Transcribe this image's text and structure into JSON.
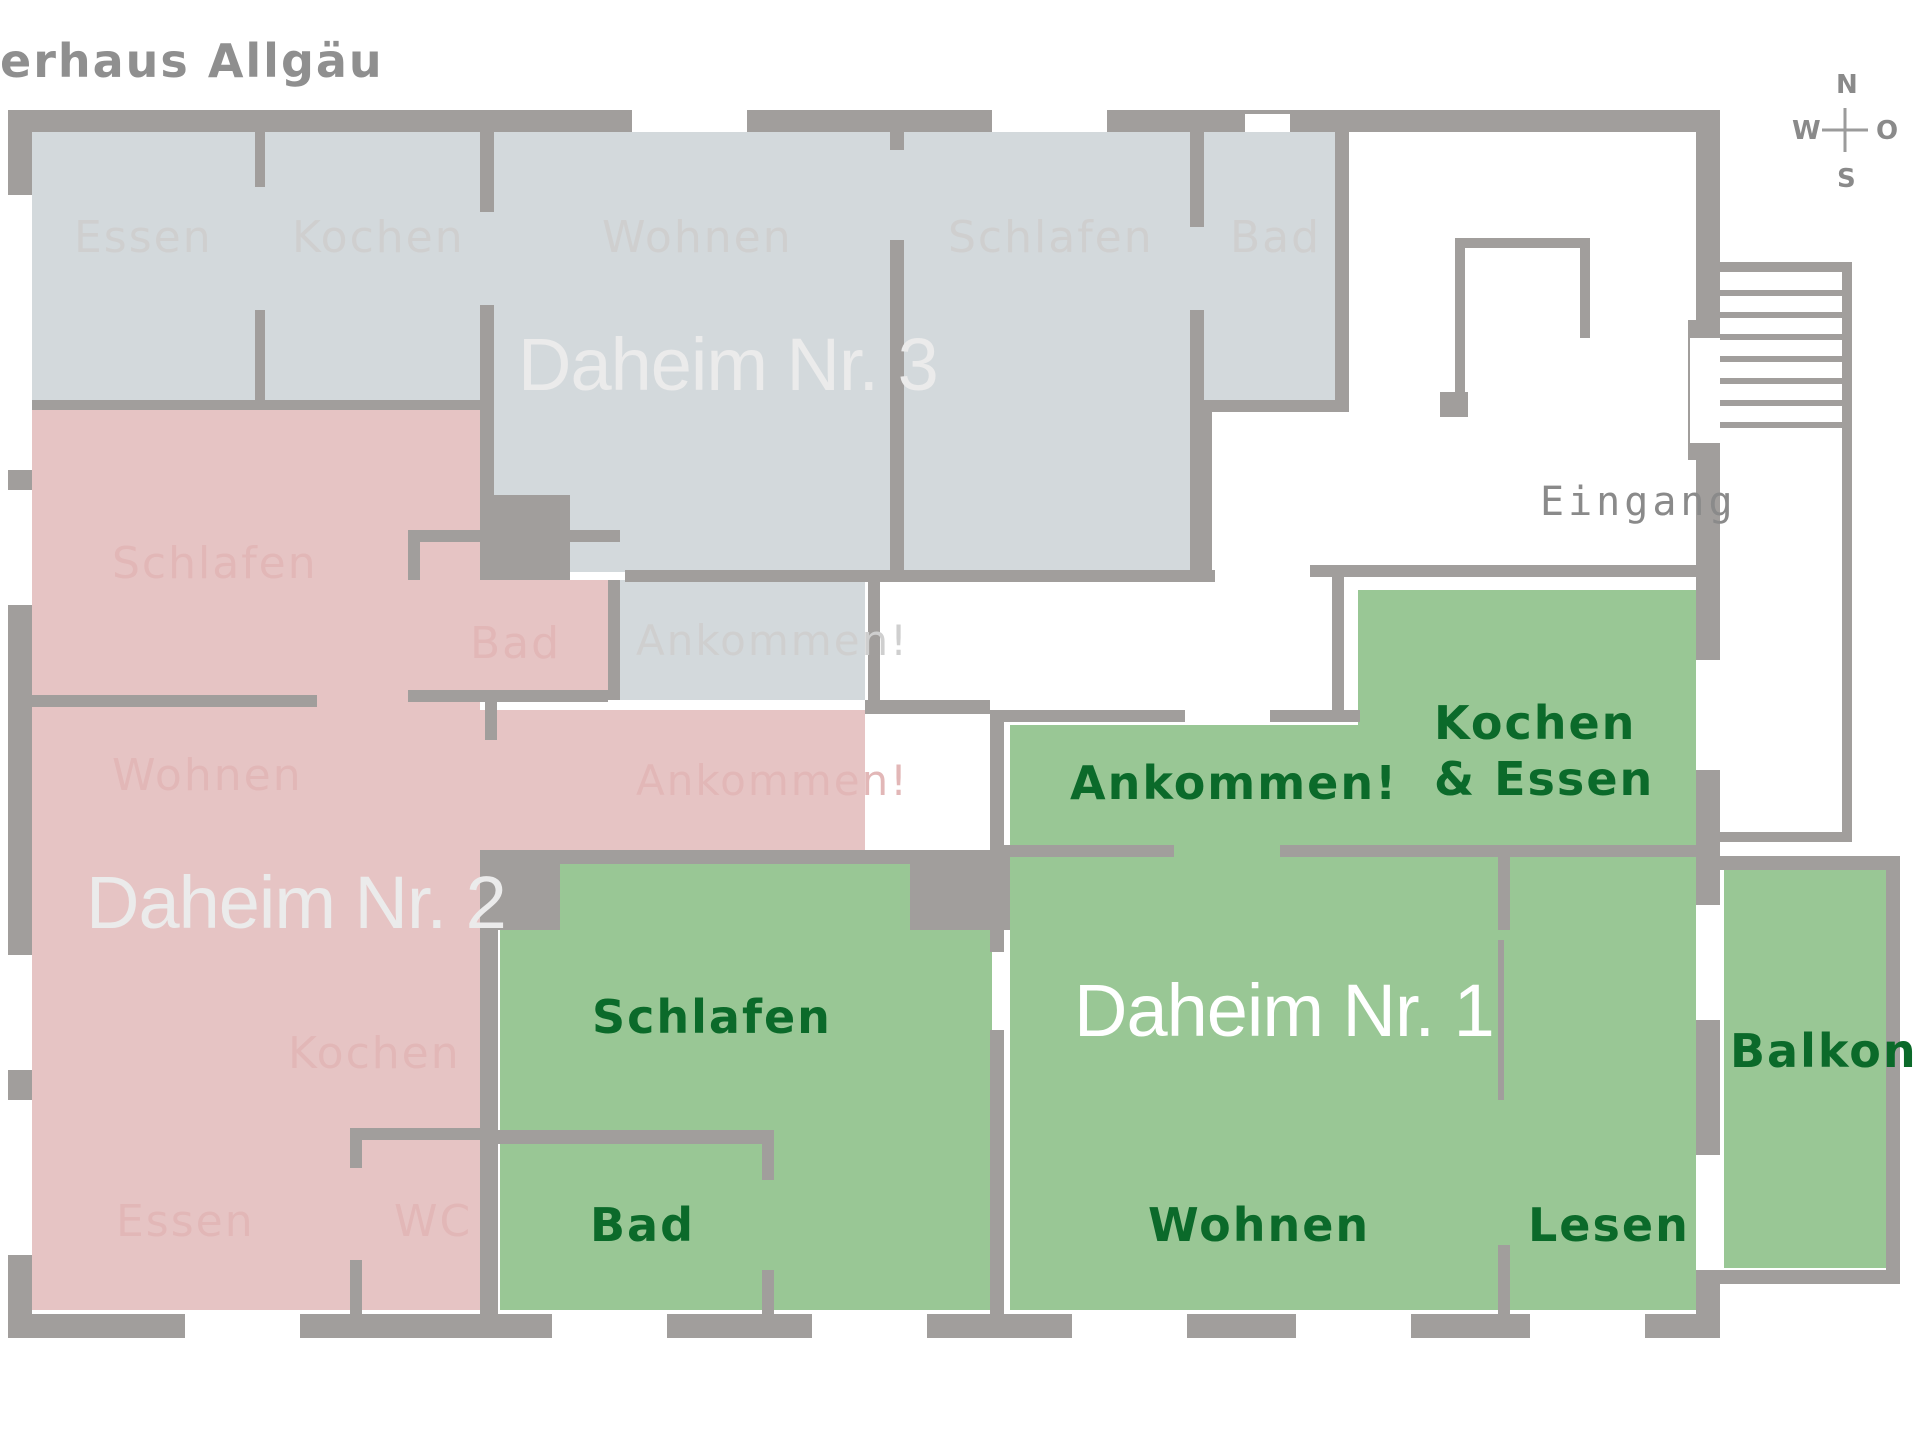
{
  "header": {
    "title": "erhaus Allgäu"
  },
  "compass": {
    "north": "N",
    "south": "S",
    "west": "W",
    "east": "O"
  },
  "units": {
    "unit1": {
      "name": "Daheim Nr. 1",
      "color": "#99c795",
      "rooms": {
        "schlafen": "Schlafen",
        "bad": "Bad",
        "wohnen": "Wohnen",
        "lesen": "Lesen",
        "ankommen": "Ankommen!",
        "kochen1": "Kochen",
        "kochen2": "& Essen",
        "balkon": "Balkon"
      }
    },
    "unit2": {
      "name": "Daheim Nr. 2",
      "color": "#e6c4c4",
      "rooms": {
        "schlafen": "Schlafen",
        "bad": "Bad",
        "wohnen": "Wohnen",
        "ankommen": "Ankommen!",
        "kochen": "Kochen",
        "essen": "Essen",
        "wc": "WC"
      }
    },
    "unit3": {
      "name": "Daheim Nr. 3",
      "color": "#d3d9dc",
      "rooms": {
        "essen": "Essen",
        "kochen": "Kochen",
        "wohnen": "Wohnen",
        "schlafen": "Schlafen",
        "bad": "Bad",
        "ankommen": "Ankommen!"
      }
    }
  },
  "common": {
    "eingang": "Eingang"
  },
  "colors": {
    "wall": "#a19e9c",
    "window": "#ffffff",
    "label_green": "#0b6a2a"
  }
}
